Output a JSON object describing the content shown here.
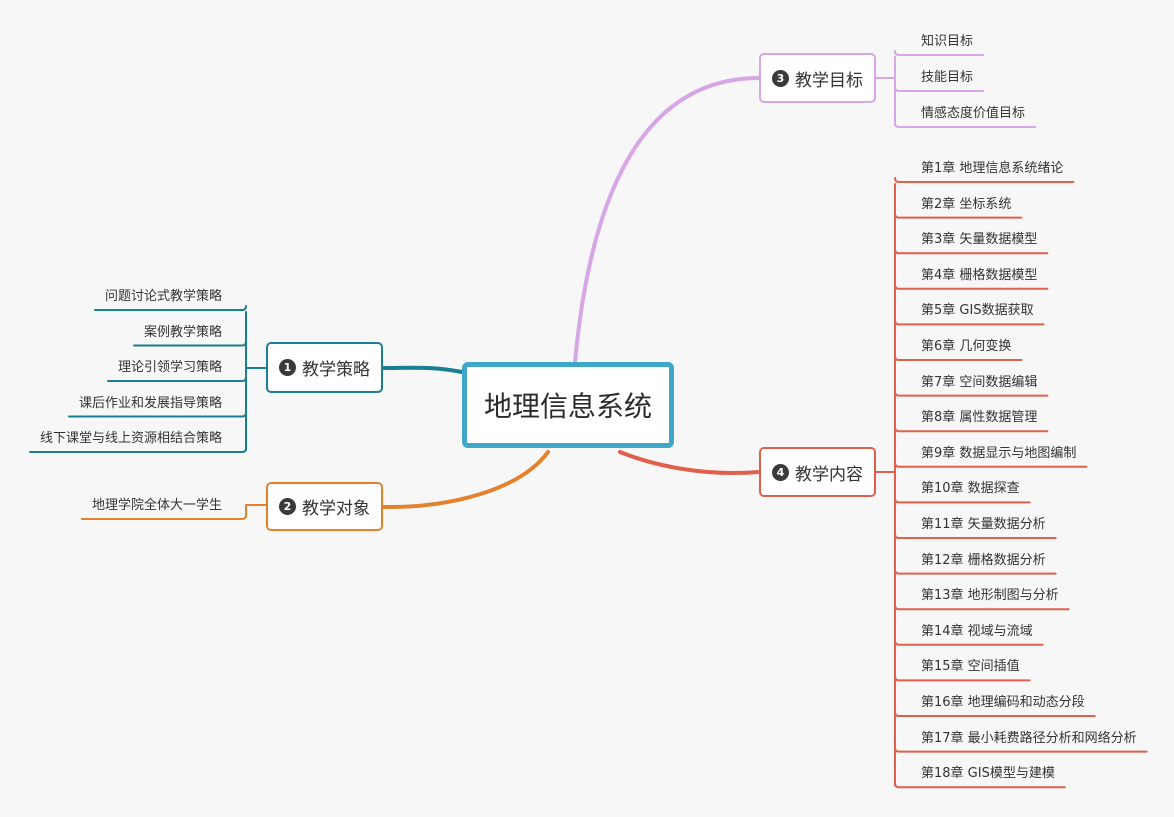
{
  "central": {
    "label": "地理信息系统"
  },
  "topics": {
    "strategy": {
      "number": "1",
      "label": "教学策略",
      "color": "#1b7f93",
      "items": [
        "问题讨论式教学策略",
        "案例教学策略",
        "理论引领学习策略",
        "课后作业和发展指导策略",
        "线下课堂与线上资源相结合策略"
      ]
    },
    "audience": {
      "number": "2",
      "label": "教学对象",
      "color": "#e5812d",
      "items": [
        "地理学院全体大一学生"
      ]
    },
    "goals": {
      "number": "3",
      "label": "教学目标",
      "color": "#d6a6e6",
      "items": [
        "知识目标",
        "技能目标",
        "情感态度价值目标"
      ]
    },
    "content": {
      "number": "4",
      "label": "教学内容",
      "color": "#e0604c",
      "items": [
        "第1章 地理信息系统绪论",
        "第2章 坐标系统",
        "第3章 矢量数据模型",
        "第4章 栅格数据模型",
        "第5章 GIS数据获取",
        "第6章 几何变换",
        "第7章 空间数据编辑",
        "第8章 属性数据管理",
        "第9章 数据显示与地图编制",
        "第10章 数据探查",
        "第11章 矢量数据分析",
        "第12章 栅格数据分析",
        "第13章 地形制图与分析",
        "第14章 视域与流域",
        "第15章 空间插值",
        "第16章 地理编码和动态分段",
        "第17章 最小耗费路径分析和网络分析",
        "第18章 GIS模型与建模"
      ]
    }
  }
}
